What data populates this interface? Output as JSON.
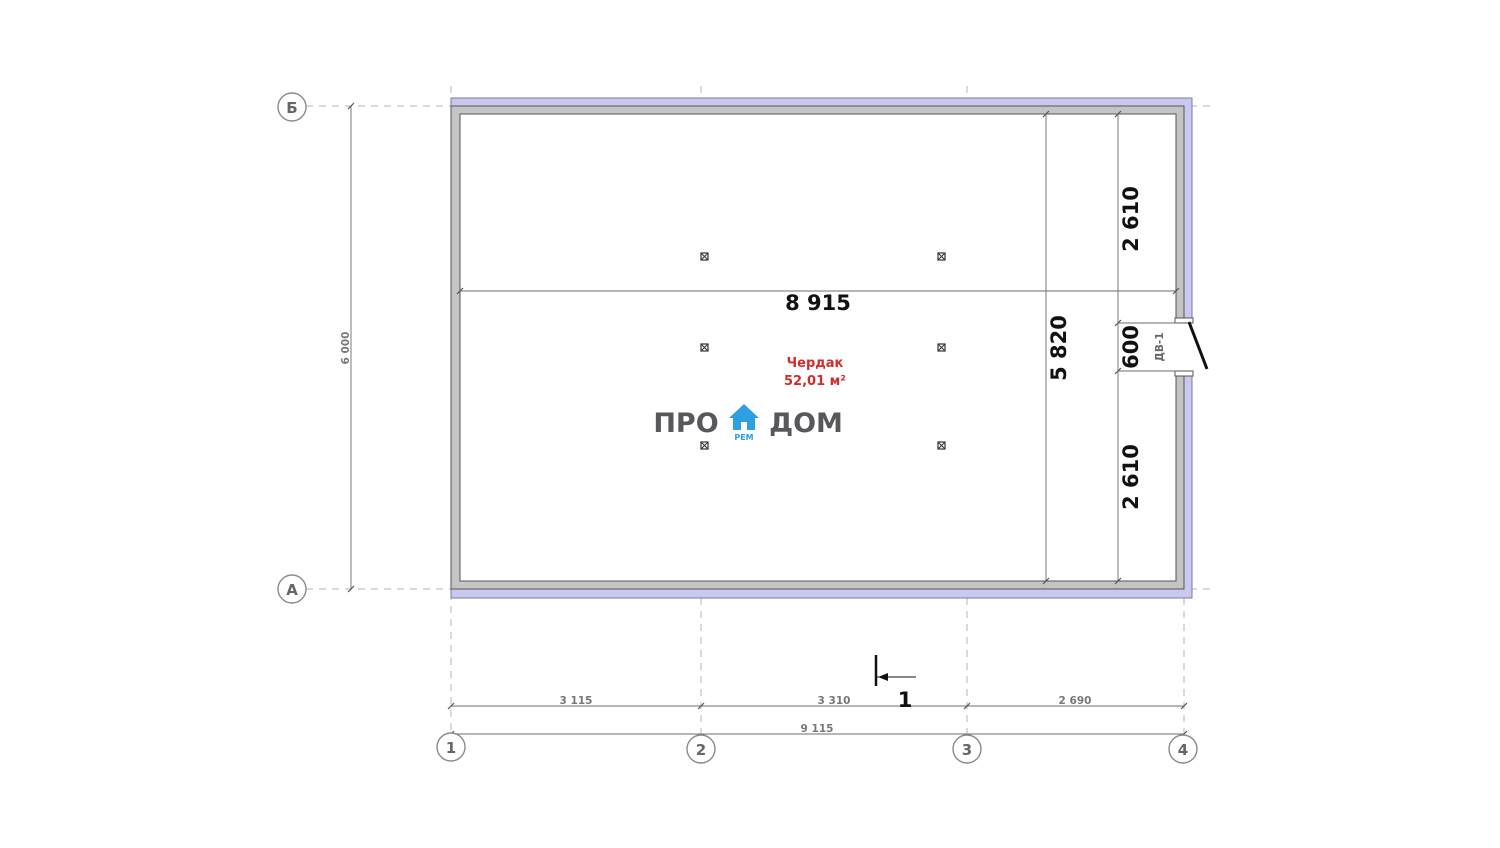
{
  "axes": {
    "rows": [
      "Б",
      "А"
    ],
    "columns": [
      "1",
      "2",
      "3",
      "4"
    ]
  },
  "dimensions": {
    "overall_height": "6 000",
    "inner_width": "8 915",
    "inner_height": "5 820",
    "wall_segment_top": "2 610",
    "door_opening": "600",
    "wall_segment_bottom": "2 610",
    "span_1_2": "3 115",
    "span_2_3": "3 310",
    "span_3_4": "2 690",
    "overall_width": "9 115"
  },
  "room": {
    "name": "Чердак",
    "area": "52,01 м²"
  },
  "door": {
    "label": "ДВ-1"
  },
  "section": {
    "label": "1"
  },
  "logo": {
    "left": "ПРО",
    "sub": "РЕМ",
    "right": "ДОМ"
  },
  "colors": {
    "wall_outer": "#cac8ee",
    "wall_inner": "#c4c4c4",
    "room_label": "#d42b2b",
    "logo_gray": "#57585b",
    "logo_blue": "#2f9fe3"
  }
}
